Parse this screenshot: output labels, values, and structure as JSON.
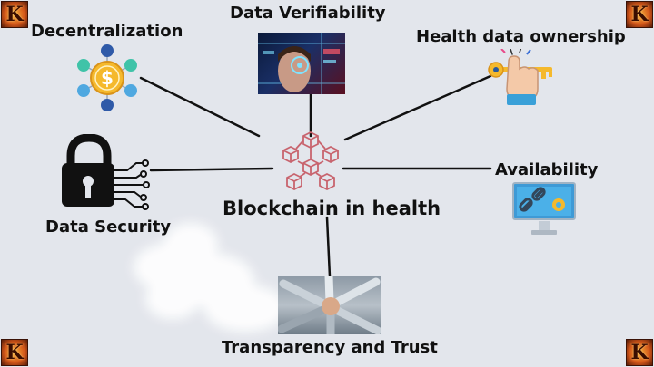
{
  "center": {
    "label": "Blockchain in health"
  },
  "nodes": {
    "decentralization": "Decentralization",
    "data_verifiability": "Data Verifiability",
    "health_data_ownership": "Health data ownership",
    "availability": "Availability",
    "data_security": "Data Security",
    "transparency_trust": "Transparency and Trust"
  },
  "corner_badges": [
    "K",
    "K",
    "K",
    "K"
  ],
  "colors": {
    "background": "#e3e6ec",
    "connector": "#111111",
    "blockchain_icon": "#c8646e",
    "coin": "#f5b92c",
    "monitor": "#3e9ad6"
  },
  "icons": {
    "decentralization": "coin-network-icon",
    "data_verifiability": "face-scan-icon",
    "health_data_ownership": "hand-key-icon",
    "availability": "monitor-link-icon",
    "data_security": "padlock-circuit-icon",
    "transparency_trust": "hands-together-photo",
    "center": "blockchain-cubes-icon"
  }
}
